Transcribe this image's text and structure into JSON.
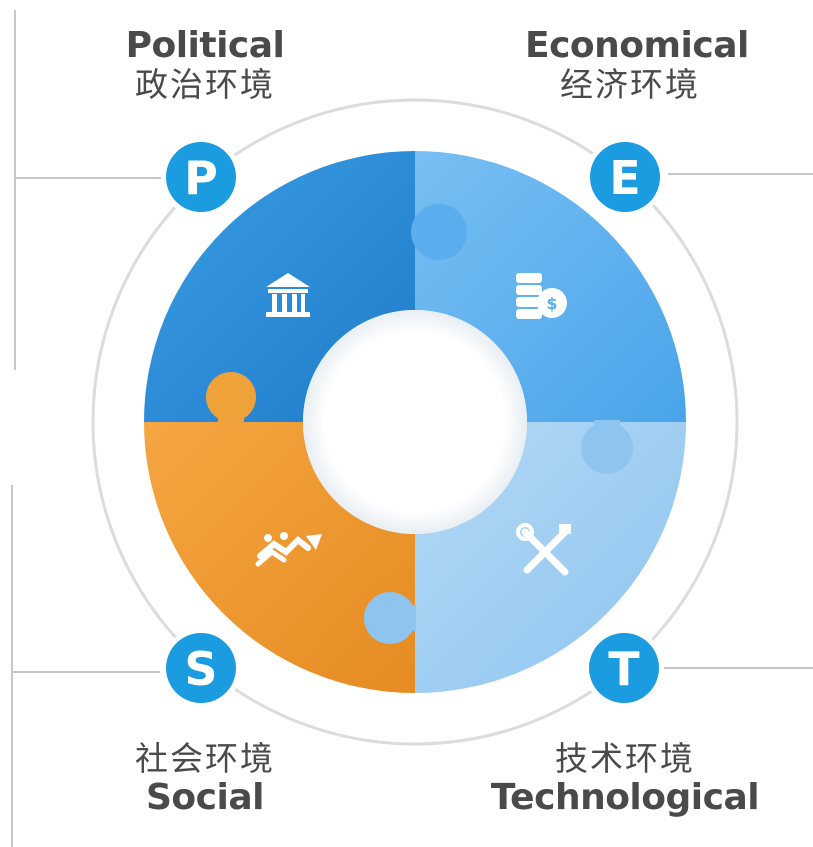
{
  "quadrants": {
    "political": {
      "letter": "P",
      "title_en": "Political",
      "title_zh": "政治环境",
      "icon": "government-building-icon",
      "color": "#2f8fd8"
    },
    "economical": {
      "letter": "E",
      "title_en": "Economical",
      "title_zh": "经济环境",
      "icon": "coins-icon",
      "color": "#5aaeee"
    },
    "social": {
      "letter": "S",
      "title_en": "Social",
      "title_zh": "社会环境",
      "icon": "handshake-growth-icon",
      "color": "#ef9a33"
    },
    "technological": {
      "letter": "T",
      "title_en": "Technological",
      "title_zh": "技术环境",
      "icon": "tools-icon",
      "color": "#9fcdf2"
    }
  },
  "badge_color": "#1b9be0"
}
